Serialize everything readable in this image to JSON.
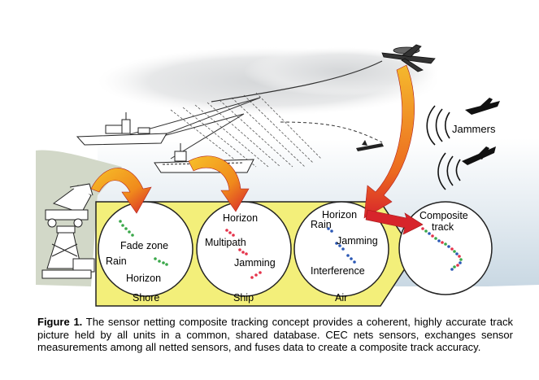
{
  "labels": {
    "jammers": "Jammers",
    "composite_track": [
      "Composite",
      "track"
    ]
  },
  "panels": [
    {
      "name": "Shore",
      "notes": [
        "Fade zone",
        "Rain",
        "Horizon"
      ]
    },
    {
      "name": "Ship",
      "notes": [
        "Horizon",
        "Multipath",
        "Jamming"
      ]
    },
    {
      "name": "Air",
      "notes": [
        "Horizon",
        "Rain",
        "Jamming",
        "Interference"
      ]
    }
  ],
  "caption": {
    "lead": "Figure 1.",
    "text": " The sensor netting composite tracking concept provides a coherent, highly accurate track picture held by all units in a common, shared database. CEC nets sensors, exchanges sensor measurements among all netted sensors, and fuses data to create a composite track accuracy."
  },
  "colors": {
    "banner_fill": "#f3ef7a",
    "arrow_orange": "#f08a1c",
    "arrow_red": "#d7242b",
    "dot_green": "#3aa84a",
    "dot_red": "#e5334b",
    "dot_blue": "#2b58b5",
    "sky": "#dfe8ee"
  }
}
